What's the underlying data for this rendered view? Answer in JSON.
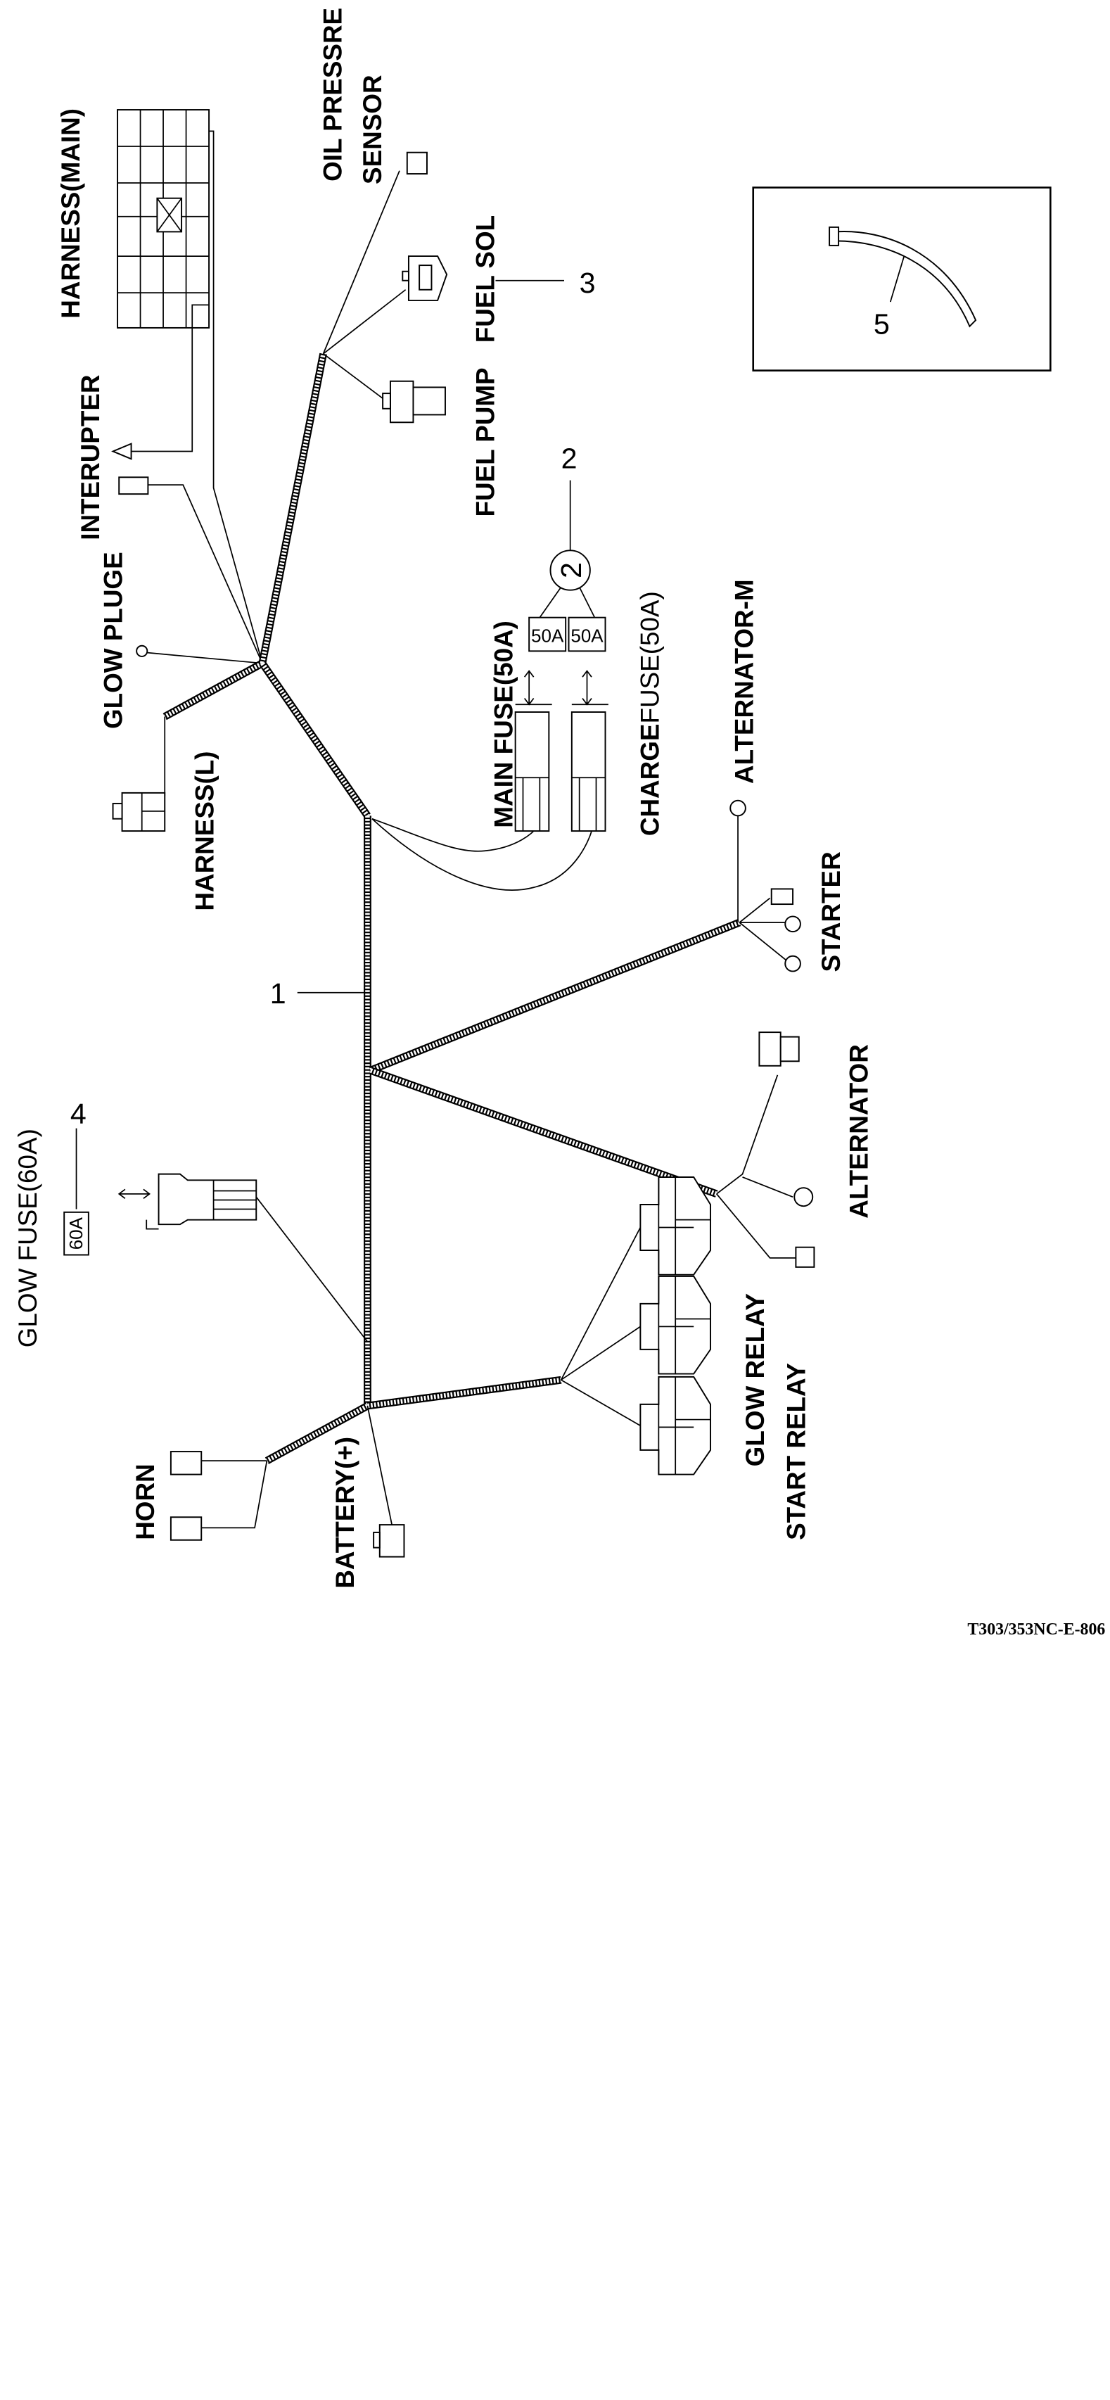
{
  "labels": {
    "harness_main": "HARNESS(MAIN)",
    "interupter": "INTERUPTER",
    "glow_pluge": "GLOW PLUGE",
    "harness_l": "HARNESS(L)",
    "oil_pressre": "OIL PRESSRE",
    "sensor": "SENSOR",
    "fuel_sol": "FUEL SOL",
    "fuel_pump": "FUEL PUMP",
    "main_fuse": "MAIN FUSE(50A)",
    "charge": "CHARGE",
    "charge_fuse": "FUSE(50A)",
    "alternator_m": "ALTERNATOR-M",
    "starter": "STARTER",
    "alternator": "ALTERNATOR",
    "glow_relay": "GLOW RELAY",
    "start_relay": "START RELAY",
    "horn": "HORN",
    "battery": "BATTERY(+)",
    "glow_fuse": "GLOW FUSE(60A)"
  },
  "fuses": {
    "main": "50A",
    "charge": "50A",
    "glow": "60A"
  },
  "callouts": {
    "c1": "1",
    "c2": "2",
    "c2_circle": "2",
    "c3": "3",
    "c4": "4",
    "c5": "5"
  },
  "drawing_code": "T303/353NC-E-806"
}
